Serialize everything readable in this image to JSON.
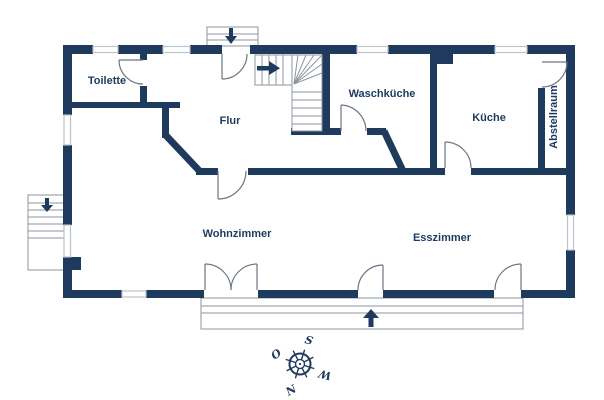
{
  "floorplan": {
    "rooms": {
      "toilette": "Toilette",
      "flur": "Flur",
      "waschkueche": "Waschküche",
      "kueche": "Küche",
      "abstellraum": "Abstellraum",
      "wohnzimmer": "Wohnzimmer",
      "esszimmer": "Esszimmer"
    },
    "compass": {
      "north": "N",
      "east": "O",
      "south": "S",
      "west": "W"
    },
    "colors": {
      "wall": "#1e3a5c",
      "door_line": "#6a7682",
      "stair_line": "#8d959f",
      "window_line": "#bcc3ca"
    }
  }
}
